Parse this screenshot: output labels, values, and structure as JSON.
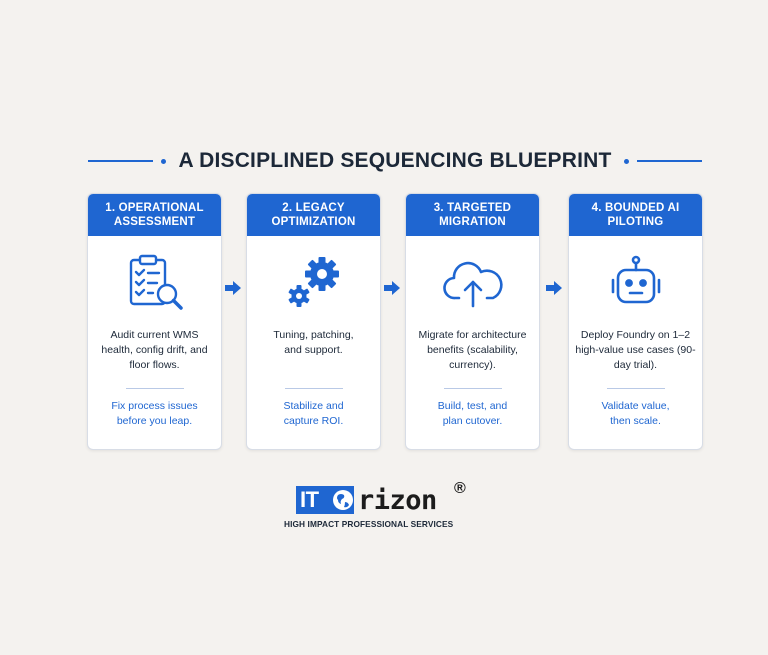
{
  "title": "A DISCIPLINED SEQUENCING BLUEPRINT",
  "colors": {
    "accent": "#1f66d1",
    "text": "#1c2838",
    "background": "#f4f2ef"
  },
  "steps": [
    {
      "header": "1. OPERATIONAL ASSESSMENT",
      "icon": "clipboard-magnifier-icon",
      "description": "Audit current WMS health, config drift, and floor flows.",
      "outcome": "Fix process issues before you leap."
    },
    {
      "header": "2. LEGACY OPTIMIZATION",
      "icon": "gears-icon",
      "description": "Tuning, patching, and support.",
      "outcome": "Stabilize and capture ROI."
    },
    {
      "header": "3. TARGETED MIGRATION",
      "icon": "cloud-upload-icon",
      "description": "Migrate for architecture benefits (scalability, currency).",
      "outcome": "Build, test, and plan cutover."
    },
    {
      "header": "4. BOUNDED AI PILOTING",
      "icon": "robot-icon",
      "description": "Deploy Foundry on 1–2 high-value use cases (90-day trial).",
      "outcome": "Validate value, then scale."
    }
  ],
  "logo": {
    "box_text": "IT",
    "word": "rizon",
    "registered": "®",
    "tagline": "HIGH IMPACT PROFESSIONAL SERVICES"
  }
}
